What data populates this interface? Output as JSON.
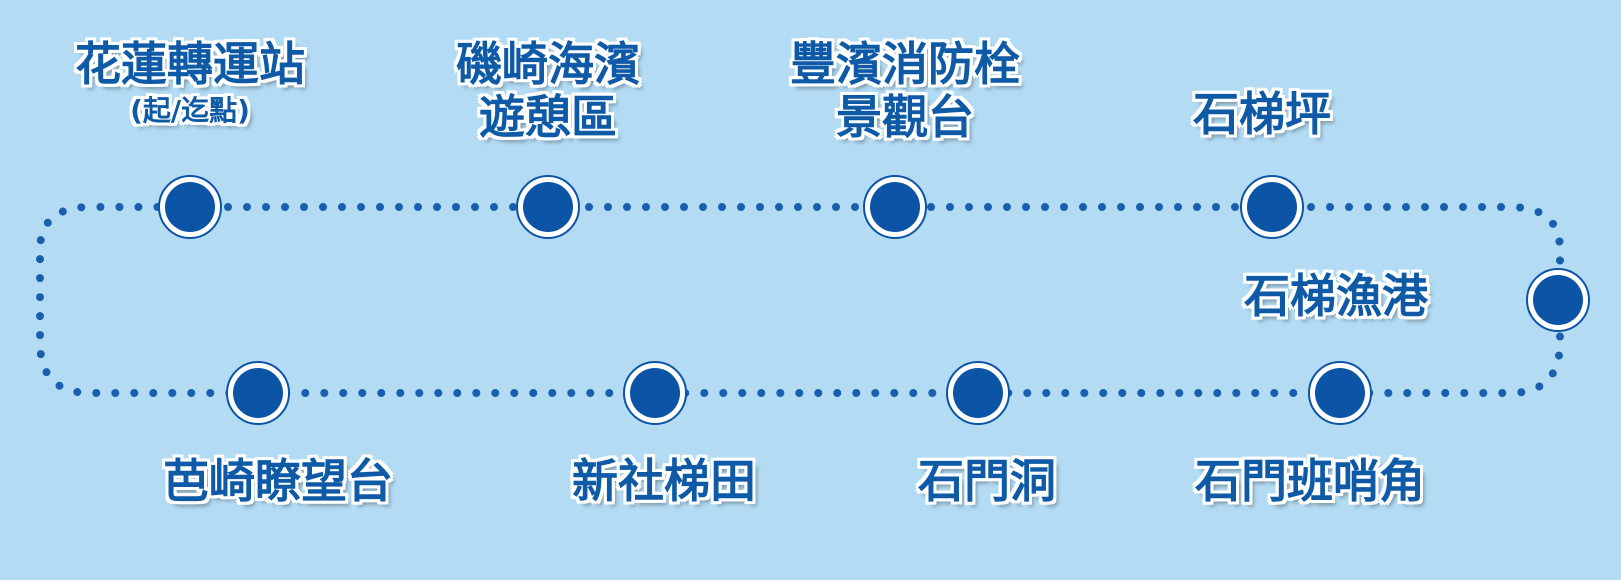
{
  "stops": [
    {
      "id": "hualien",
      "lines": [
        "花蓮轉運站"
      ],
      "sub": "(起/迄點)"
    },
    {
      "id": "jici",
      "lines": [
        "磯崎海濱",
        "遊憩區"
      ]
    },
    {
      "id": "fengbin",
      "lines": [
        "豐濱消防栓",
        "景觀台"
      ]
    },
    {
      "id": "shitiping",
      "lines": [
        "石梯坪"
      ]
    },
    {
      "id": "shiti-port",
      "lines": [
        "石梯漁港"
      ]
    },
    {
      "id": "shimen-banshao",
      "lines": [
        "石門班哨角"
      ]
    },
    {
      "id": "shimen-cave",
      "lines": [
        "石門洞"
      ]
    },
    {
      "id": "xinshe",
      "lines": [
        "新社梯田"
      ]
    },
    {
      "id": "baqi",
      "lines": [
        "芭崎瞭望台"
      ]
    }
  ],
  "colors": {
    "background": "#b3dcf4",
    "route": "#1a5fae",
    "node": "#0b54a6",
    "text": "#0e5aa6"
  }
}
